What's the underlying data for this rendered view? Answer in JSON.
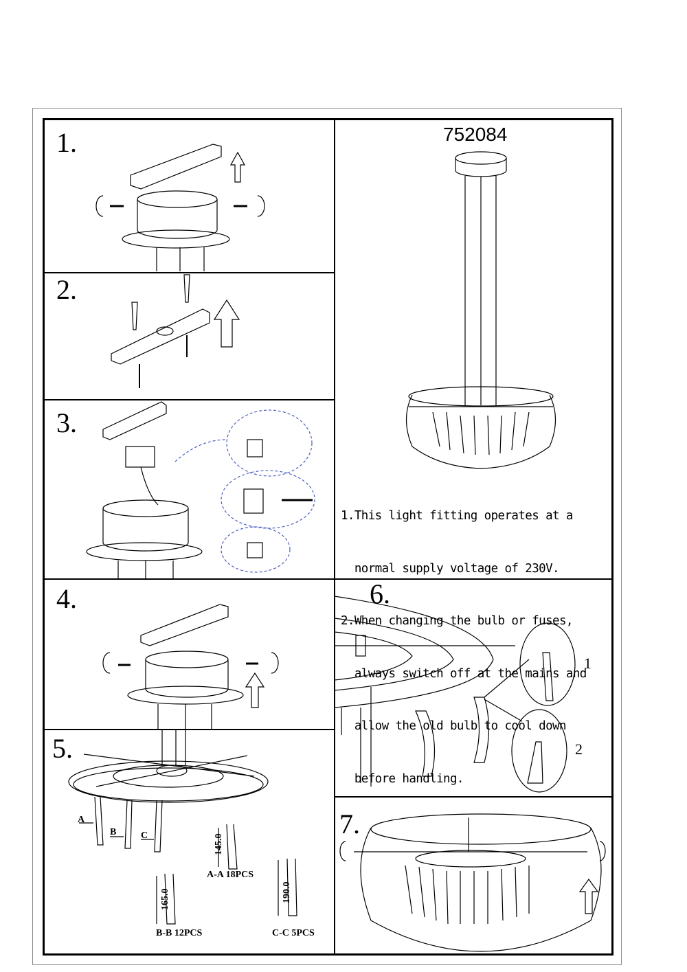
{
  "model_number": "752084",
  "steps": [
    "1.",
    "2.",
    "3.",
    "4.",
    "5.",
    "6.",
    "7."
  ],
  "notes": [
    "1.This light fitting operates at a",
    "  normal supply voltage of 230V.",
    "2.When changing the bulb or fuses,",
    "  always switch off at the mains and",
    "  allow the old bulb to cool down",
    "  before handling."
  ],
  "crystal_types": {
    "a_marker": "A",
    "b_marker": "B",
    "c_marker": "C",
    "a_length": "145.0",
    "b_length": "165.0",
    "c_length": "190.0",
    "a_label": "A-A 18PCS",
    "b_label": "B-B 12PCS",
    "c_label": "C-C 5PCS"
  },
  "step6_substeps": [
    "1",
    "2"
  ]
}
